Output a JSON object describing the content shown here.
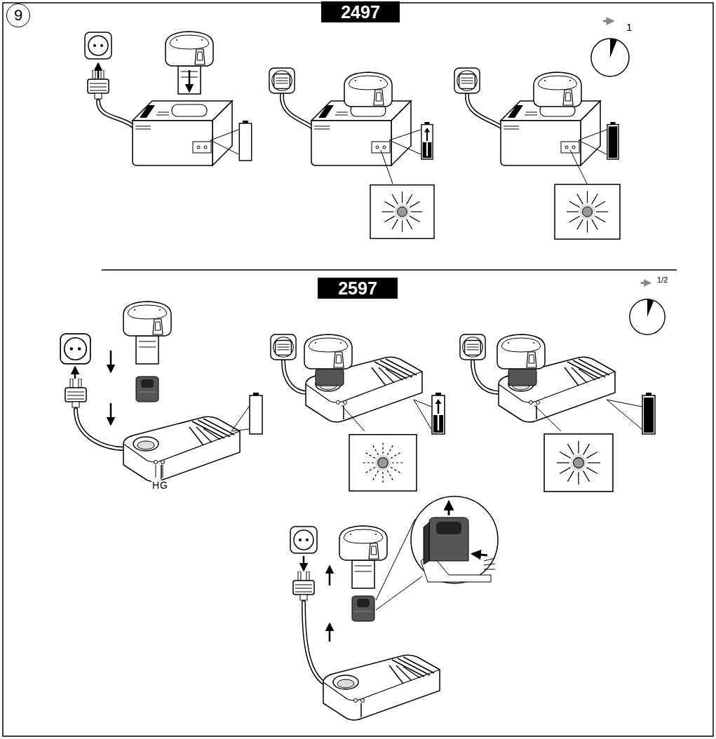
{
  "diagram": {
    "nodes": [
      {
        "text": [
          "9"
        ]
      },
      {
        "text": [
          "2497"
        ]
      },
      {
        "text": [
          "2597"
        ]
      }
    ],
    "labels": [
      "1",
      "1/2",
      "H",
      "G"
    ]
  }
}
